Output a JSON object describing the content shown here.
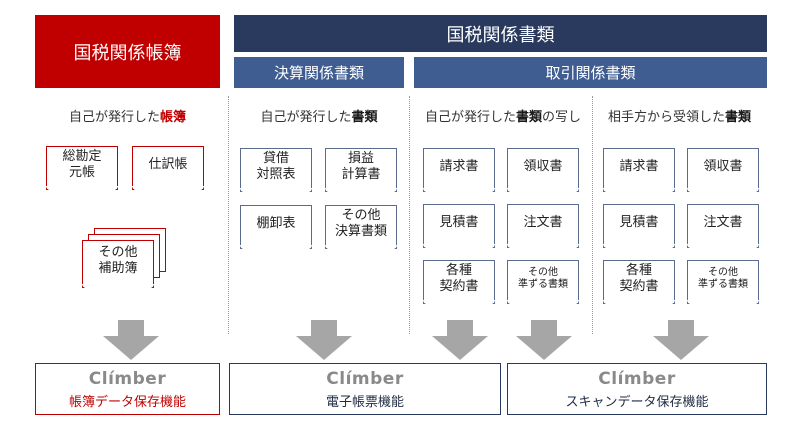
{
  "headers": {
    "left": "国税関係帳簿",
    "right": "国税関係書類",
    "sub_settlement": "決算関係書類",
    "sub_transaction": "取引関係書類"
  },
  "columns": {
    "col1": "自己が発行した帳簿",
    "col2": "自己が発行した書類",
    "col3": "自己が発行した書類の写し",
    "col4": "相手方から受領した書類"
  },
  "docs": {
    "ledger": "総勘定\n元帳",
    "journal": "仕訳帳",
    "aux": "その他\n補助簿",
    "balance": "貸借\n対照表",
    "pl": "損益\n計算書",
    "inventory": "棚卸表",
    "other_settle": "その他\n決算書類",
    "invoice": "請求書",
    "receipt": "領収書",
    "estimate": "見積書",
    "order": "注文書",
    "contract": "各種\n契約書",
    "other_equiv": "その他\n準ずる書類"
  },
  "climber": {
    "logo": "Clímber",
    "func_books": "帳簿データ保存機能",
    "func_ebook": "電子帳票機能",
    "func_scan": "スキャンデータ保存機能"
  },
  "colors": {
    "red": "#c00000",
    "navy": "#2a3a5f",
    "blue": "#3f5d91",
    "arrow": "#a6a6a6"
  }
}
